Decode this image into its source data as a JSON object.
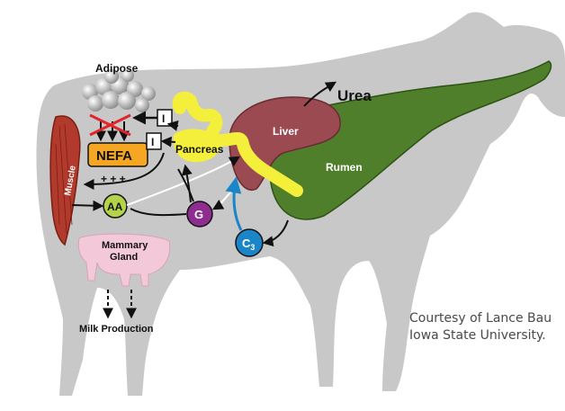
{
  "diagram": {
    "labels": {
      "adipose": "Adipose",
      "nefa": "NEFA",
      "muscle": "Muscle",
      "aa": "AA",
      "pancreas": "Pancreas",
      "insulin_1": "I",
      "insulin_2": "I",
      "glucose": "G",
      "liver": "Liver",
      "rumen": "Rumen",
      "urea": "Urea",
      "propionate": "C",
      "propionate_sub": "3",
      "mammary_line1": "Mammary",
      "mammary_line2": "Gland",
      "milk_production": "Milk Production",
      "plus_signs": "+ + +"
    },
    "credit": {
      "line1": "Courtesy of Lance Bau",
      "line2": "Iowa State University."
    }
  },
  "colors": {
    "cow_silhouette": "#c8c8c8",
    "muscle": "#b23a2c",
    "nefa_box": "#f5a623",
    "aa_circle": "#b5d34a",
    "pancreas": "#f4ef3a",
    "glucose_circle": "#8e2c8f",
    "liver": "#9c4a52",
    "rumen": "#4f7f2a",
    "propionate_circle": "#1a86c8",
    "mammary": "#f3c9da",
    "inhibit_cross": "#e0262a"
  }
}
